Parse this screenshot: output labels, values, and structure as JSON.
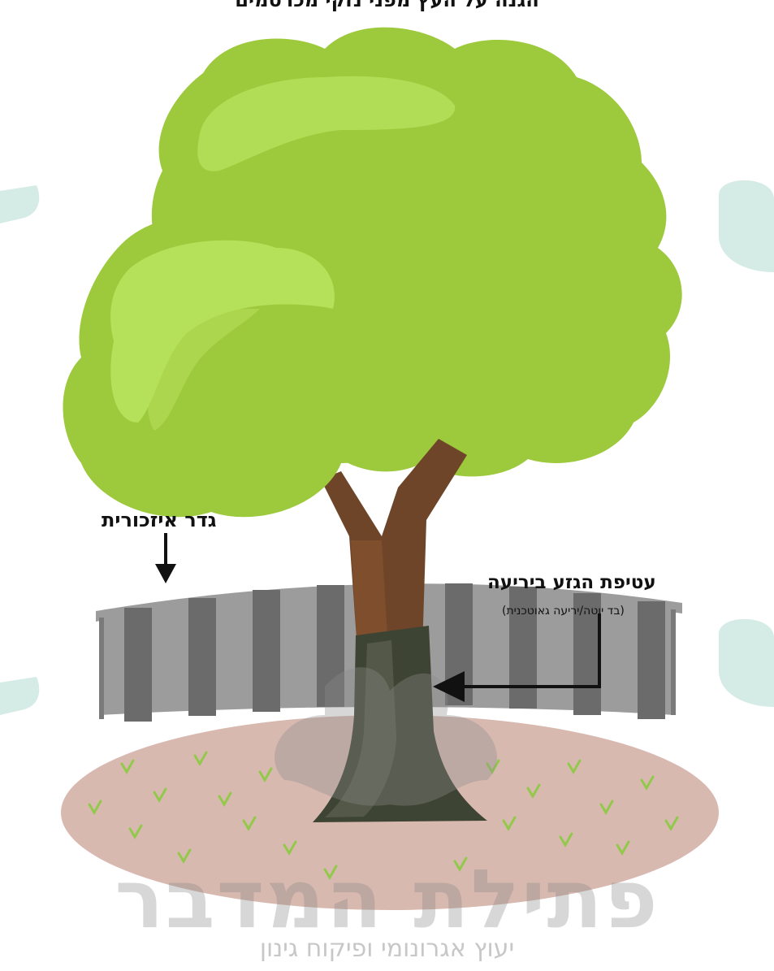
{
  "top_caption": "הגנה על העץ מפני נזקי מכרסמים",
  "labels": {
    "fence": "גדר איזכורית",
    "trunk_wrap_title": "עטיפת הגזע ביריעה",
    "trunk_wrap_subtitle": "(בד יוטה/יריעה גאוטכנית)"
  },
  "watermark": {
    "brand": "פתילת המדבר",
    "tagline": "יעוץ אגרונומי ופיקוח גינון"
  },
  "colors": {
    "canopy_dark": "#9dc93c",
    "canopy_light": "#b5e05a",
    "trunk": "#6f4529",
    "trunk_wrap": "#3e4433",
    "fence_dark": "#6b6b6b",
    "fence_light": "#9c9c9c",
    "ground": "#d8b9b0",
    "grass": "#92c94b",
    "edge_mark": "#d5ebe6"
  },
  "icons": [
    "down-arrow-icon",
    "left-arrow-icon"
  ]
}
